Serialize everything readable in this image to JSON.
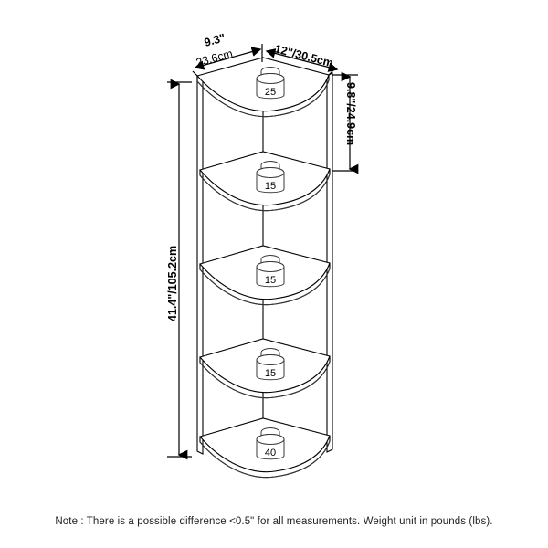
{
  "document": {
    "type": "product-dimension-diagram",
    "subject": "5-tier corner shelf display",
    "background_color": "#ffffff",
    "line_color": "#000000"
  },
  "dimensions": {
    "depth_left": {
      "inches": "9.3\"",
      "metric": "23.6cm",
      "label": "9.3\"/23.6cm"
    },
    "width_right": {
      "inches": "12\"",
      "metric": "30.5cm",
      "label": "12\"/30.5cm"
    },
    "shelf_spacing": {
      "inches": "9.8\"",
      "metric": "24.9cm",
      "label": "9.8\"/24.9cm"
    },
    "total_height": {
      "inches": "41.4\"",
      "metric": "105.2cm",
      "label": "41.4\"/105.2cm"
    }
  },
  "labels": {
    "depth_inches": "9.3\"",
    "depth_metric": "23.6cm",
    "width_full": "12\"/30.5cm",
    "spacing_full": "9.8\"/24.9cm",
    "height_full": "41.4\"/105.2cm"
  },
  "shelves": [
    {
      "index": 1,
      "position": "top",
      "weight_capacity": "25",
      "unit": "lbs"
    },
    {
      "index": 2,
      "position": "second",
      "weight_capacity": "15",
      "unit": "lbs"
    },
    {
      "index": 3,
      "position": "third",
      "weight_capacity": "15",
      "unit": "lbs"
    },
    {
      "index": 4,
      "position": "fourth",
      "weight_capacity": "15",
      "unit": "lbs"
    },
    {
      "index": 5,
      "position": "bottom",
      "weight_capacity": "40",
      "unit": "lbs"
    }
  ],
  "note": {
    "text": "Note : There is a possible difference <0.5\" for all measurements. Weight unit in pounds (lbs)."
  },
  "icons": {
    "weight": "weight-icon",
    "arrow_up": "arrow-up-icon",
    "arrow_down": "arrow-down-icon",
    "arrow_left": "arrow-left-icon",
    "arrow_right": "arrow-right-icon"
  }
}
